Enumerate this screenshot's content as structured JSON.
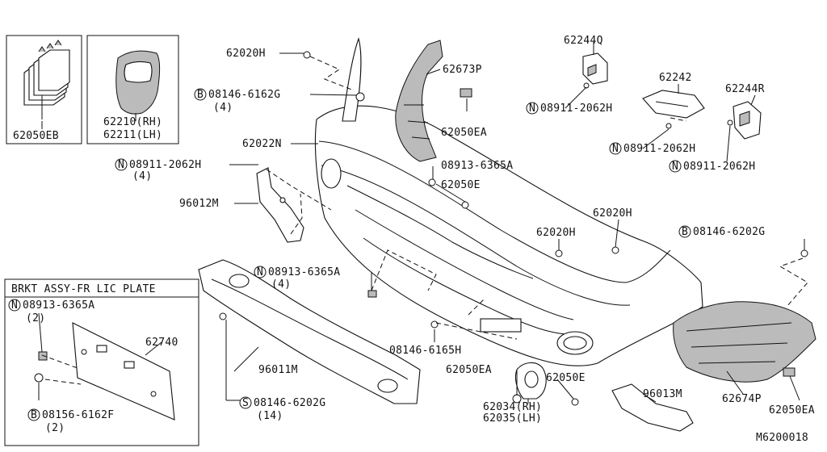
{
  "diagram_id": "M6200018",
  "kit_box": {
    "title": "BRKT ASSY-FR LIC PLATE"
  },
  "labels": {
    "p62050EB": "62050EB",
    "p62210": "62210(RH)",
    "p62211": "62211(LH)",
    "p62020H_top": "62020H",
    "b08146_6162G": "08146-6162G",
    "q4_a": "(4)",
    "p62022N": "62022N",
    "n08911_left": "08911-2062H",
    "q4_b": "(4)",
    "p96012M": "96012M",
    "p62673P": "62673P",
    "p62050EA_top": "62050EA",
    "n08913_top": "08913-6365A",
    "p62050E_top": "62050E",
    "p62244Q": "62244Q",
    "n08911_mid": "08911-2062H",
    "p62242": "62242",
    "p62244R": "62244R",
    "n08911_r1": "08911-2062H",
    "n08911_r2": "08911-2062H",
    "p62020H_mid": "62020H",
    "p62020H_right": "62020H",
    "b08146_6202G_right": "08146-6202G",
    "n08913_mid": "08913-6365A",
    "q4_c": "(4)",
    "n08913_box": "08913-6365A",
    "q2_a": "(2)",
    "p62740": "62740",
    "b08156_6162F": "08156-6162F",
    "q2_b": "(2)",
    "p96011M": "96011M",
    "s08146_6202G": "08146-6202G",
    "q14": "(14)",
    "p08146_6165H": "08146-6165H",
    "p62050EA_bottom": "62050EA",
    "p62050E_bottom": "62050E",
    "p62034": "62034(RH)",
    "p62035": "62035(LH)",
    "p96013M": "96013M",
    "p62674P": "62674P",
    "p62050EA_right": "62050EA"
  },
  "prefix_symbols": {
    "bolt": "B",
    "nut": "N",
    "screw": "S"
  }
}
